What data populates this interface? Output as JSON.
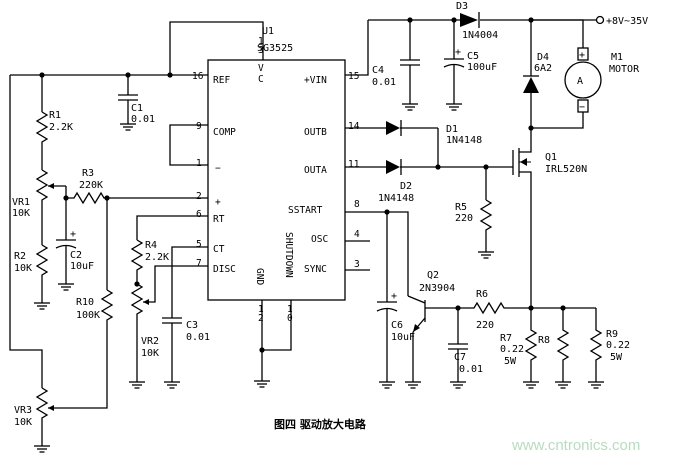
{
  "figure": {
    "caption": "图四  驱动放大电路",
    "watermark": "www.cntronics.com"
  },
  "ic": {
    "ref": "U1",
    "part": "SG3525",
    "pins": {
      "p16": {
        "num": "16",
        "name": "REF"
      },
      "p13": {
        "num": "13",
        "name": "VC"
      },
      "p15": {
        "num": "15",
        "name": "+VIN"
      },
      "p9": {
        "num": "9",
        "name": "COMP"
      },
      "p14": {
        "num": "14",
        "name": "OUTB"
      },
      "p1": {
        "num": "1",
        "name": "−"
      },
      "p11": {
        "num": "11",
        "name": "OUTA"
      },
      "p2": {
        "num": "2",
        "name": "+"
      },
      "p8": {
        "num": "8",
        "name": "SSTART"
      },
      "p6": {
        "num": "6",
        "name": "RT"
      },
      "p4": {
        "num": "4",
        "name": "OSC"
      },
      "p5": {
        "num": "5",
        "name": "CT"
      },
      "p3": {
        "num": "3",
        "name": "SYNC"
      },
      "p7": {
        "num": "7",
        "name": "DISC"
      },
      "p12": {
        "num": "12",
        "name": "GND"
      },
      "p10": {
        "num": "10",
        "name": "SHUTDOWN"
      }
    }
  },
  "supply": {
    "label": "+8V~35V"
  },
  "components": {
    "R1": {
      "ref": "R1",
      "value": "2.2K"
    },
    "R2": {
      "ref": "R2",
      "value": "10K"
    },
    "R3": {
      "ref": "R3",
      "value": "220K"
    },
    "R4": {
      "ref": "R4",
      "value": "2.2K"
    },
    "R5": {
      "ref": "R5",
      "value": "220"
    },
    "R6": {
      "ref": "R6",
      "value": "220"
    },
    "R7": {
      "ref": "R7",
      "value": "0.22",
      "rating": "5W"
    },
    "R8": {
      "ref": "R8"
    },
    "R9": {
      "ref": "R9",
      "value": "0.22",
      "rating": "5W"
    },
    "R10": {
      "ref": "R10",
      "value": "100K"
    },
    "VR1": {
      "ref": "VR1",
      "value": "10K"
    },
    "VR2": {
      "ref": "VR2",
      "value": "10K"
    },
    "VR3": {
      "ref": "VR3",
      "value": "10K"
    },
    "C1": {
      "ref": "C1",
      "value": "0.01"
    },
    "C2": {
      "ref": "C2",
      "value": "10uF"
    },
    "C3": {
      "ref": "C3",
      "value": "0.01"
    },
    "C4": {
      "ref": "C4",
      "value": "0.01"
    },
    "C5": {
      "ref": "C5",
      "value": "100uF"
    },
    "C6": {
      "ref": "C6",
      "value": "10uF"
    },
    "C7": {
      "ref": "C7",
      "value": "0.01"
    },
    "D1": {
      "ref": "D1",
      "value": "1N4148"
    },
    "D2": {
      "ref": "D2",
      "value": "1N4148"
    },
    "D3": {
      "ref": "D3",
      "value": "1N4004"
    },
    "D4": {
      "ref": "D4",
      "value": "6A2"
    },
    "Q1": {
      "ref": "Q1",
      "value": "IRL520N"
    },
    "Q2": {
      "ref": "Q2",
      "value": "2N3904"
    },
    "M1": {
      "ref": "M1",
      "value": "MOTOR",
      "symbol": "A"
    }
  },
  "polarity": {
    "plus": "+",
    "minus": "−"
  }
}
